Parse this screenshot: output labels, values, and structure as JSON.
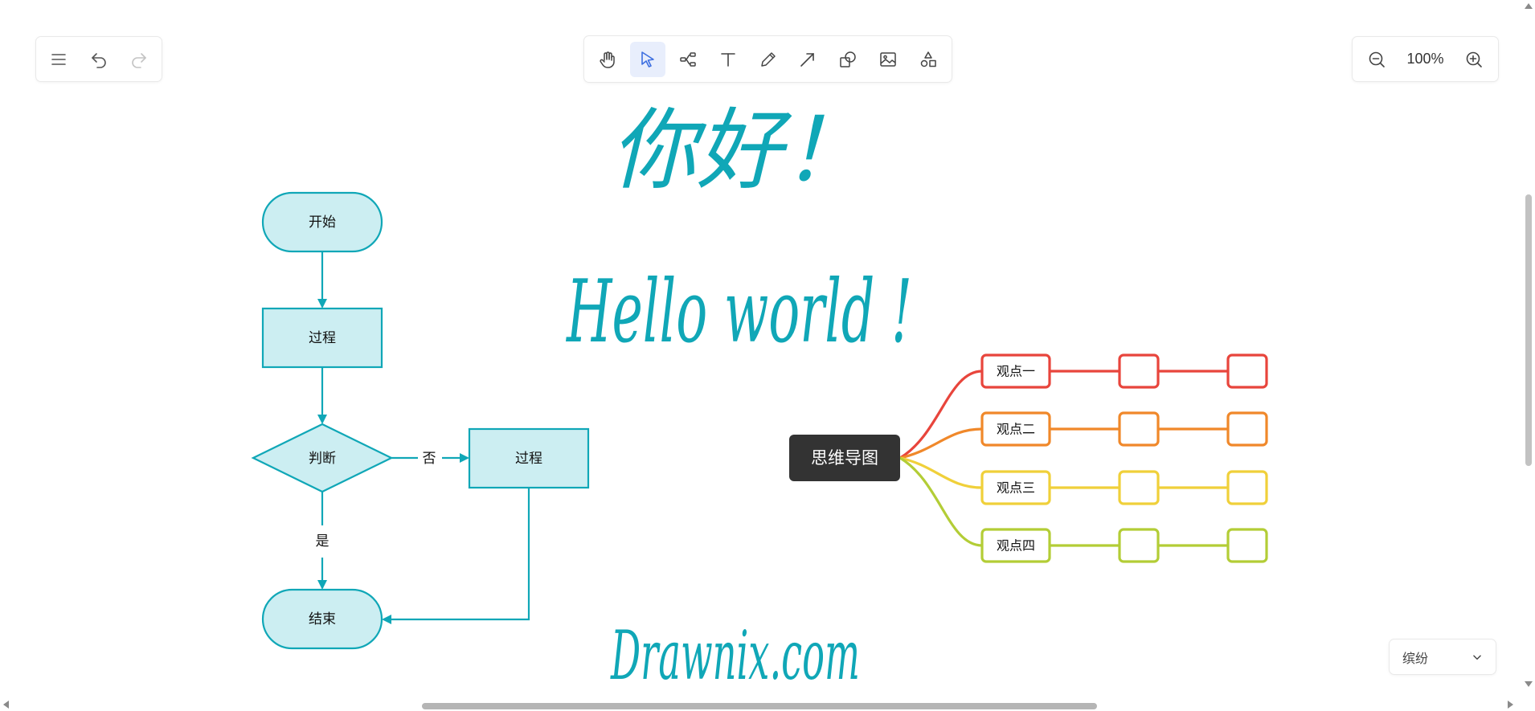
{
  "zoom": {
    "value": "100%"
  },
  "theme_select": {
    "value": "缤纷"
  },
  "flowchart": {
    "start": "开始",
    "process1": "过程",
    "decision": "判断",
    "process2": "过程",
    "end": "结束",
    "label_no": "否",
    "label_yes": "是",
    "color_stroke": "#10a7b7",
    "color_fill": "#cceef2"
  },
  "handwriting": {
    "line1": "你好！",
    "line2": "Hello world !",
    "line3": "Drawnix.com",
    "color": "#10a7b7"
  },
  "mindmap": {
    "root": "思维导图",
    "branches": [
      {
        "label": "观点一",
        "color": "#e8453c"
      },
      {
        "label": "观点二",
        "color": "#f0882a"
      },
      {
        "label": "观点三",
        "color": "#f0d03a"
      },
      {
        "label": "观点四",
        "color": "#b3cd36"
      }
    ]
  },
  "icons": {
    "app_toolbar": [
      "menu-icon",
      "undo-icon",
      "redo-icon"
    ],
    "main_toolbar": [
      "hand-icon",
      "pointer-icon",
      "mind-map-icon",
      "text-icon",
      "pencil-icon",
      "arrow-icon",
      "shape-icon",
      "image-icon",
      "extra-tools-icon"
    ],
    "zoom": [
      "zoom-out-icon",
      "zoom-in-icon"
    ]
  }
}
